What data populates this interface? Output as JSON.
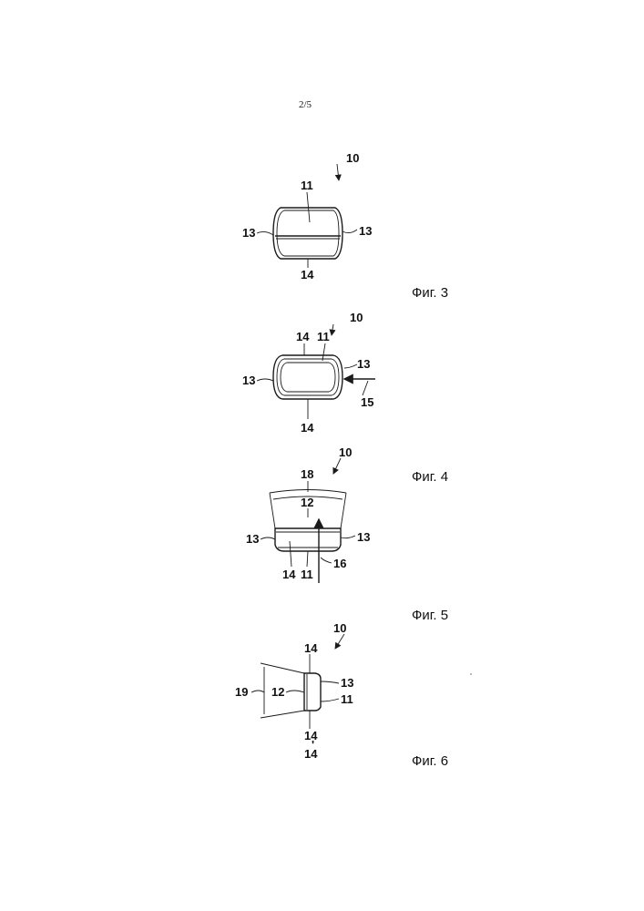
{
  "page_number": "2/5",
  "figures": [
    {
      "caption": "Фиг. 3",
      "labels": {
        "assembly": "10",
        "top_face": "11",
        "left_side": "13",
        "right_side": "13",
        "bottom_face": "14"
      }
    },
    {
      "caption": "Фиг. 4",
      "labels": {
        "assembly": "10",
        "top_edge": "14",
        "center_face": "11",
        "right_side": "13",
        "left_side": "13",
        "arrow_ref": "15",
        "bottom_edge": "14"
      }
    },
    {
      "caption": "Фиг. 5",
      "labels": {
        "assembly": "10",
        "width_dim": "18",
        "body": "12",
        "left_side": "13",
        "right_side": "13",
        "bottom_left": "14",
        "bottom_center": "11",
        "arrow_ref": "16"
      }
    },
    {
      "caption": "Фиг. 6",
      "labels": {
        "assembly": "10",
        "height_dim": "19",
        "body": "12",
        "top": "14",
        "side": "13",
        "face": "11",
        "bottom": "14",
        "bottom_prime": "14"
      },
      "prime_mark": "'"
    }
  ]
}
